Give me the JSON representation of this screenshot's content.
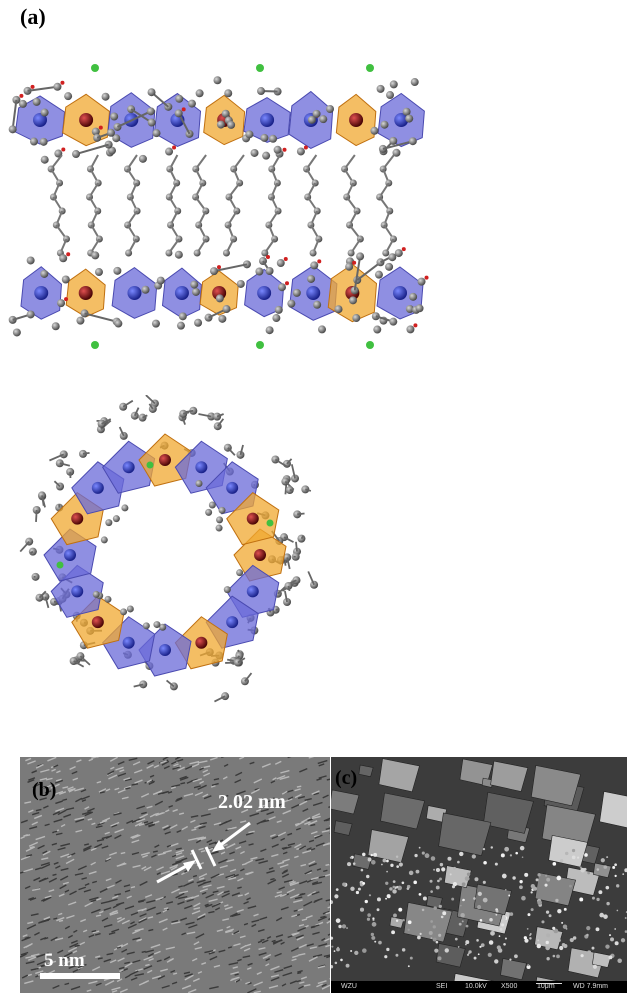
{
  "figure": {
    "panel_a_label": "(a)",
    "panel_b_label": "(b)",
    "panel_c_label": "(c)",
    "tem": {
      "measurement_label": "2.02 nm",
      "scale_label": "5 nm"
    },
    "sem": {
      "footer": [
        "WZU",
        "SEI",
        "10.0kV",
        "X500",
        "10μm",
        "WD 7.9mm"
      ]
    },
    "colors": {
      "polyhedron_blue": "#6a6ad8",
      "polyhedron_orange": "#f0a830",
      "carbon_gray": "#707070",
      "oxygen_red": "#d02020",
      "chlorine_green": "#40c040",
      "metal_blue": "#2a3ab0",
      "metal_red": "#8a0a0a"
    }
  }
}
